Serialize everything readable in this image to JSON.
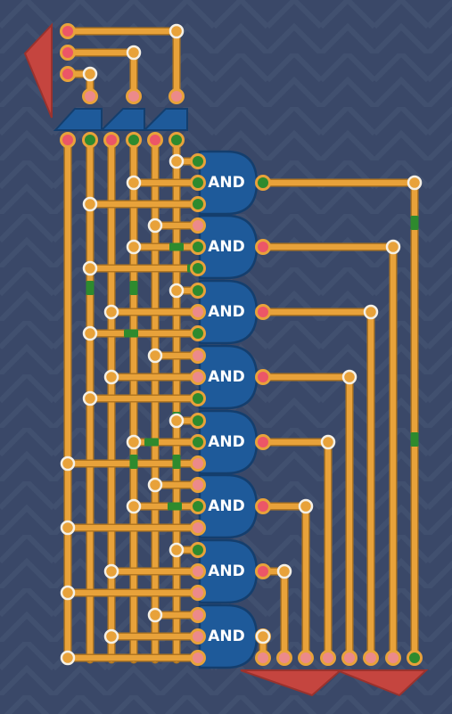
{
  "gates": [
    {
      "label": "AND",
      "output_on": true
    },
    {
      "label": "AND",
      "output_on": false
    },
    {
      "label": "AND",
      "output_on": false
    },
    {
      "label": "AND",
      "output_on": false
    },
    {
      "label": "AND",
      "output_on": false
    },
    {
      "label": "AND",
      "output_on": false
    },
    {
      "label": "AND",
      "output_on": false
    },
    {
      "label": "AND",
      "output_on": false
    }
  ],
  "inputs": {
    "states": [
      false,
      true,
      false,
      true,
      false,
      true
    ]
  },
  "outputs": {
    "states": [
      false,
      false,
      false,
      false,
      false,
      false,
      false,
      true
    ]
  },
  "colors": {
    "background": "#3a4868",
    "wire": "#e8a23a",
    "wire_outline": "#b27721",
    "gate_fill": "#1e5a9a",
    "gate_stroke": "#143e6d",
    "pin_on": "#2e8a2e",
    "pin_off": "#ec5667",
    "pin_mid": "#ec8a8a",
    "junction": "#e8a23a",
    "arrow": "#c5453f"
  }
}
